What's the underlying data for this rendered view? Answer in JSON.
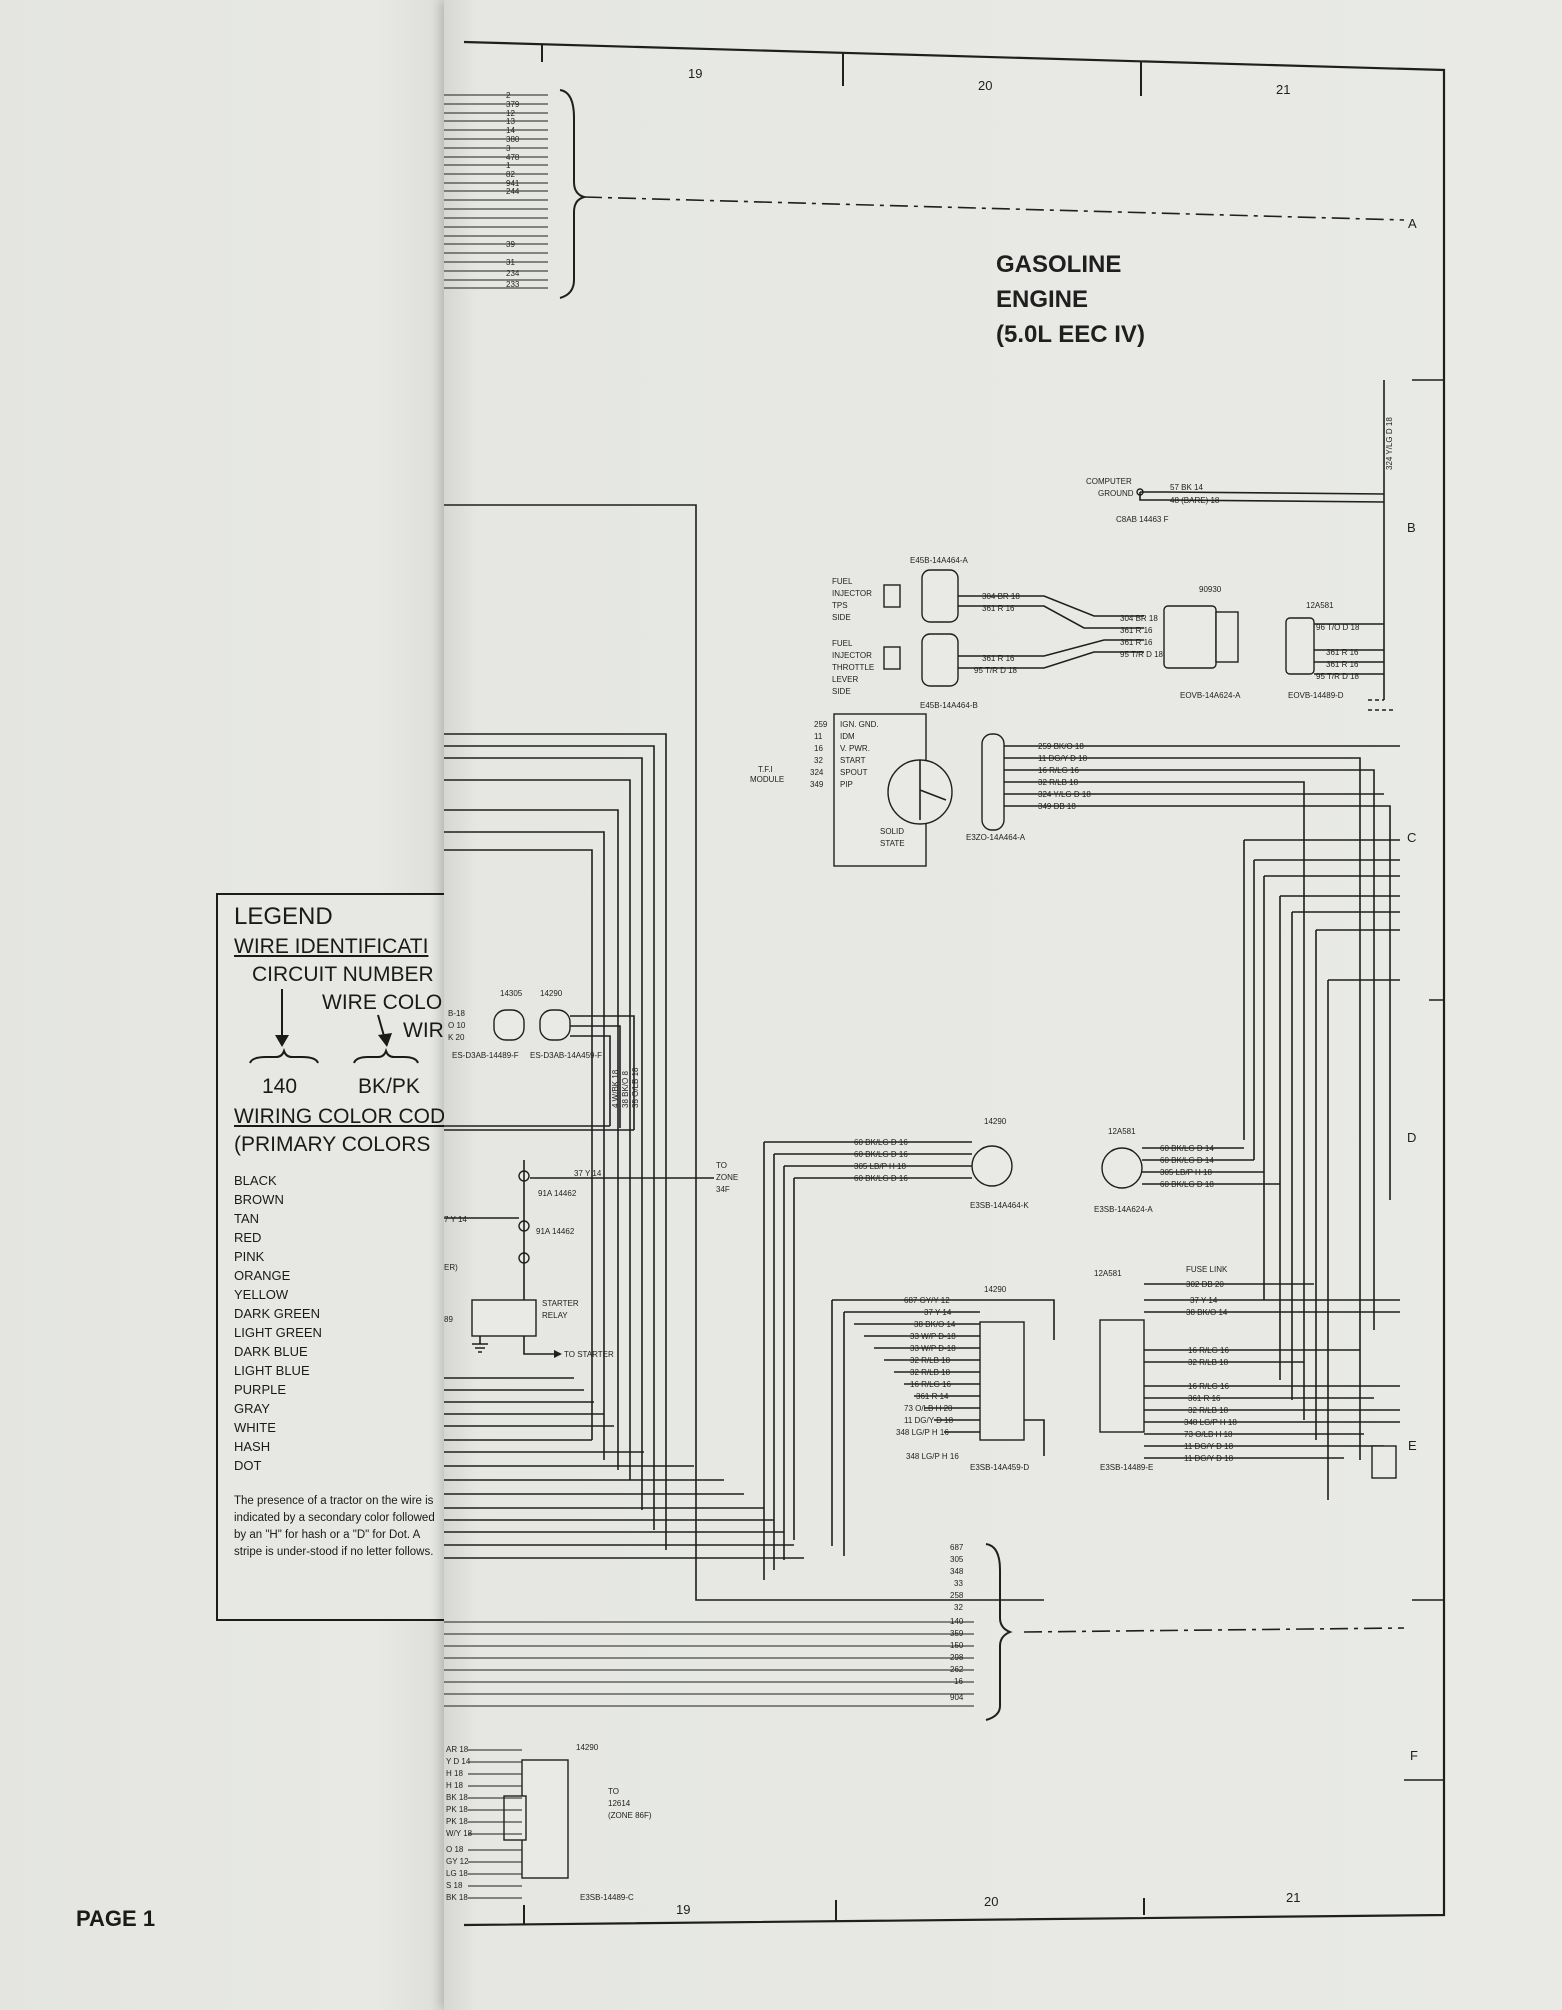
{
  "page": {
    "number_label": "PAGE 1"
  },
  "grid": {
    "top_columns": [
      "19",
      "20",
      "21"
    ],
    "bottom_columns": [
      "19",
      "20",
      "21"
    ],
    "rows": [
      "A",
      "B",
      "C",
      "D",
      "E",
      "F"
    ]
  },
  "title": {
    "line1": "GASOLINE",
    "line2": "ENGINE",
    "line3": "(5.0L EEC IV)"
  },
  "top_bundle": {
    "circuits": [
      "2",
      "379",
      "12",
      "13",
      "14",
      "380",
      "3",
      "478",
      "1",
      "82",
      "941",
      "244",
      "39",
      "31",
      "234",
      "233"
    ]
  },
  "bottom_bundle": {
    "circuits": [
      "687",
      "305",
      "348",
      "33",
      "258",
      "32",
      "140",
      "359",
      "150",
      "298",
      "262",
      "16",
      "904"
    ]
  },
  "computer_ground": {
    "label_line1": "COMPUTER",
    "label_line2": "GROUND",
    "part": "C8AB 14463 F",
    "wires": [
      "57 BK 14",
      "48 (BARE) 18"
    ],
    "vertical_wire": "324 Y/LG D 18"
  },
  "fuel_injector_connector": {
    "part_top": "E45B-14A464-A",
    "part_bottom": "E45B-14A464-B",
    "tps_label": [
      "FUEL",
      "INJECTOR",
      "TPS",
      "SIDE"
    ],
    "throttle_label": [
      "FUEL",
      "INJECTOR",
      "THROTTLE",
      "LEVER",
      "SIDE"
    ],
    "wires_top": [
      "304 BR 18",
      "361 R 16"
    ],
    "wires_bottom": [
      "361 R 16",
      "95 T/R D 18"
    ]
  },
  "connector_90930": {
    "id": "90930",
    "part": "EOVB-14A624-A",
    "wires": [
      "304 BR 18",
      "361 R 16",
      "361 R 16",
      "95 T/R D 18"
    ]
  },
  "connector_12a581_top": {
    "id": "12A581",
    "part": "EOVB-14489-D",
    "wires": [
      "96 T/O D 18",
      "361 R 16",
      "361 R 16",
      "95 T/R D 18"
    ]
  },
  "tfi_module": {
    "label_line1": "T.F.I",
    "label_line2": "MODULE",
    "pins": [
      {
        "circuit": "259",
        "name": "IGN. GND."
      },
      {
        "circuit": "11",
        "name": "IDM"
      },
      {
        "circuit": "16",
        "name": "V. PWR."
      },
      {
        "circuit": "32",
        "name": "START"
      },
      {
        "circuit": "324",
        "name": "SPOUT"
      },
      {
        "circuit": "349",
        "name": "PIP"
      }
    ],
    "state_line1": "SOLID",
    "state_line2": "STATE",
    "connector_part": "E3ZO-14A464-A",
    "wires": [
      "259 BK/O 18",
      "11 DG/Y D 18",
      "16 R/LG 16",
      "32 R/LB 18",
      "324 Y/LG D 18",
      "349 DB 18"
    ]
  },
  "connector_14290_mid": {
    "id": "14290",
    "part": "E3SB-14A464-K",
    "wires": [
      "60 BK/LG D 16",
      "60 BK/LG D 16",
      "305 LB/P H 18",
      "60 BK/LG D 16"
    ]
  },
  "connector_12a581_mid": {
    "id": "12A581",
    "part": "E3SB-14A624-A",
    "wires": [
      "60 BK/LG D 14",
      "60 BK/LG D 14",
      "305 LB/P H 18",
      "60 BK/LG D 18"
    ]
  },
  "connector_14290_lower": {
    "id": "14290",
    "part": "E3SB-14A459-D",
    "wires": [
      "687 GY/Y 12",
      "37 Y 14",
      "38 BK/O 14",
      "33 W/P D-18",
      "33 W/P D-18",
      "32 R/LB 18",
      "32 R/LB 18",
      "16 R/LG 16",
      "361 R 14",
      "73 O/LB H 20",
      "11 DG/Y D 18",
      "348 LG/P H 16",
      "348 LG/P H 16"
    ]
  },
  "connector_12a581_lower": {
    "id": "12A581",
    "part": "E3SB-14489-E",
    "fuse_link_label": "FUSE LINK",
    "wires": [
      "302 DB 20",
      "37 Y 14",
      "38 BK/O 14",
      "16 R/LG 16",
      "32 R/LB 18",
      "16 R/LG 16",
      "361 R 16",
      "32 R/LB 18",
      "348 LG/P H 18",
      "73 O/LB H 18",
      "11 DG/Y D 18",
      "11 DG/Y D 18"
    ]
  },
  "left_connectors": {
    "a_id": "14305",
    "a_part": "ES-D3AB-14489-F",
    "b_id": "14290",
    "b_part": "ES-D3AB-14A459-F",
    "a_wires": [
      "B-18",
      "O 10",
      "K 20"
    ],
    "b_wires": [
      "4 W/BK 18",
      "38 BK/O 8",
      "35 O/LB 18"
    ]
  },
  "starter": {
    "wire_1": "37 Y 14",
    "wire_2": "7 Y 14",
    "splice_1": "91A 14462",
    "splice_2": "91A 14462",
    "zone_lines": [
      "TO",
      "ZONE",
      "34F"
    ],
    "relay_label": [
      "STARTER",
      "RELAY"
    ],
    "to_starter": "TO STARTER",
    "cut_1": "ER)",
    "cut_2": "89"
  },
  "bottom_connector": {
    "id": "14290",
    "part": "E3SB-14489-C",
    "to_lines": [
      "TO",
      "12614",
      "(ZONE 86F)"
    ],
    "wires": [
      "AR 18",
      "Y D 14",
      "H 18",
      "H 18",
      "BK 18",
      "PK 18",
      "PK 18",
      "W/Y 18",
      "O 18",
      "GY 12",
      "LG 18",
      "S 18",
      "BK 18"
    ]
  },
  "legend": {
    "title": "LEGEND",
    "wire_identification": "WIRE IDENTIFICATI",
    "circuit_number": "CIRCUIT NUMBER",
    "wire_color": "WIRE COLO",
    "wire_gauge": "WIRE",
    "example_circuit": "140",
    "example_color": "BK/PK",
    "wiring_color_code": "WIRING COLOR COD",
    "primary_colors": "(PRIMARY COLORS",
    "colors": [
      "BLACK",
      "BROWN",
      "TAN",
      "RED",
      "PINK",
      "ORANGE",
      "YELLOW",
      "DARK GREEN",
      "LIGHT GREEN",
      "DARK BLUE",
      "LIGHT BLUE",
      "PURPLE",
      "GRAY",
      "WHITE",
      "HASH",
      "DOT"
    ],
    "note": "The presence of a tractor on the wire is indicated by a secondary color followed by an \"H\" for hash or a \"D\" for Dot. A stripe is under-stood if no letter follows."
  }
}
